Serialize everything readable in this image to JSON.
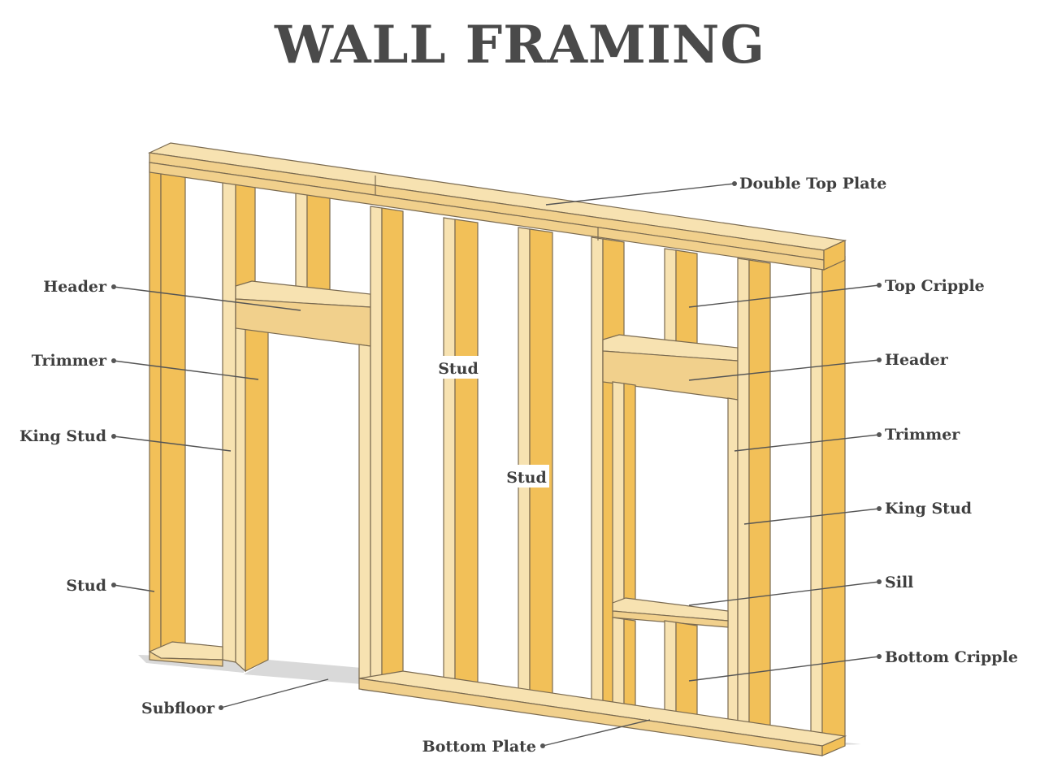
{
  "title": "WALL FRAMING",
  "colors": {
    "wood_light": "#f7e2b1",
    "wood_face": "#f1d08c",
    "wood_side": "#f2c058",
    "outline": "#7a6a50",
    "text": "#3f3f3f"
  },
  "labels": {
    "double_top_plate": "Double Top Plate",
    "top_cripple": "Top Cripple",
    "header_right": "Header",
    "trimmer_right": "Trimmer",
    "king_stud_right": "King Stud",
    "sill": "Sill",
    "bottom_cripple": "Bottom Cripple",
    "bottom_plate": "Bottom Plate",
    "subfloor": "Subfloor",
    "header_left": "Header",
    "trimmer_left": "Trimmer",
    "king_stud_left": "King Stud",
    "stud_left": "Stud",
    "stud_center_upper": "Stud",
    "stud_center_lower": "Stud"
  }
}
